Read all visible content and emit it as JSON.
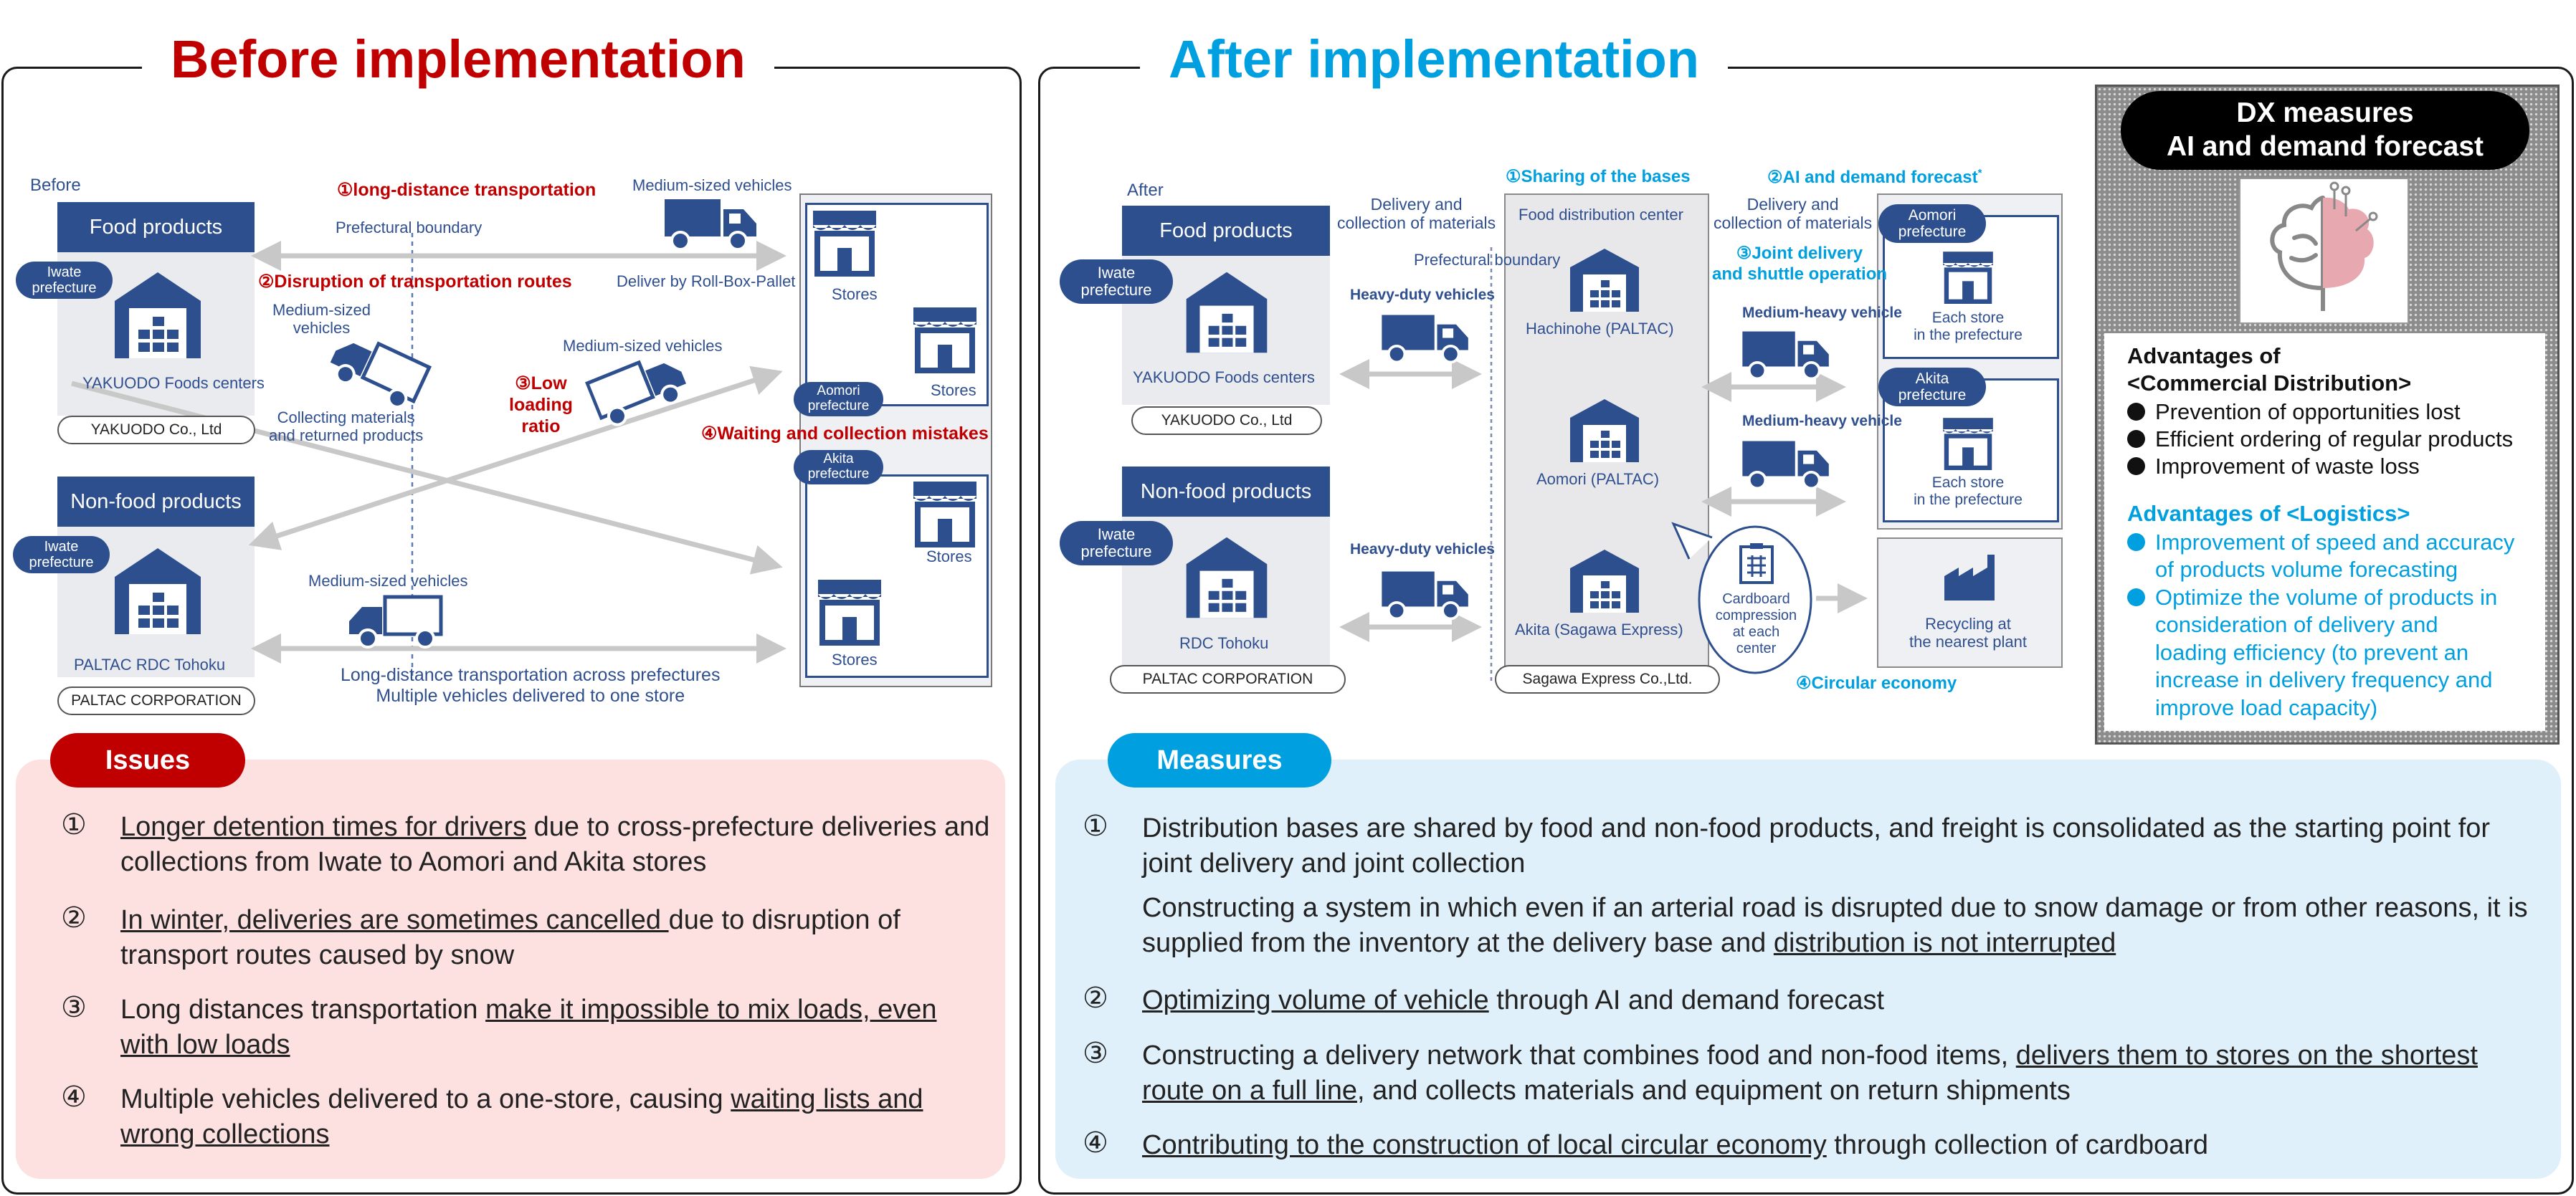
{
  "before": {
    "title": "Before implementation",
    "corner_label": "Before",
    "food_header": "Food products",
    "nonfood_header": "Non-food products",
    "iwate_pref": "Iwate\nprefecture",
    "yakuodo_centers": "YAKUODO Foods centers",
    "yakuodo_company": "YAKUODO Co., Ltd",
    "paltac_center": "PALTAC RDC Tohoku",
    "paltac_company": "PALTAC CORPORATION",
    "aomori_pref": "Aomori\nprefecture",
    "akita_pref": "Akita\nprefecture",
    "stores": "Stores",
    "problem_1": "①long-distance transportation",
    "problem_2": "②Disruption of transportation routes",
    "problem_3": "③Low\nloading\nratio",
    "problem_4": "④Waiting and collection mistakes",
    "prefectural_boundary": "Prefectural boundary",
    "medium_vehicles_top": "Medium-sized vehicles",
    "deliver_roll_box": "Deliver by Roll-Box-Pallet",
    "medium_vehicles_left": "Medium-sized\nvehicles",
    "medium_vehicles_mid": "Medium-sized vehicles",
    "collecting_materials": "Collecting materials\nand returned products",
    "medium_vehicles_bottom": "Medium-sized vehicles",
    "long_distance_caption": "Long-distance transportation across prefectures\nMultiple vehicles delivered to one store"
  },
  "issues": {
    "tag": "Issues",
    "items": [
      {
        "num": "①",
        "u": "Longer detention times for drivers",
        "rest": " due to cross-prefecture deliveries and collections from Iwate to Aomori and Akita stores"
      },
      {
        "num": "②",
        "u": "In winter, deliveries are sometimes cancelled ",
        "rest": "due to disruption of transport routes caused by snow"
      },
      {
        "num": "③",
        "pre": "Long distances transportation ",
        "u": "make it impossible to mix loads, even with low loads"
      },
      {
        "num": "④",
        "pre": "Multiple vehicles delivered to a one-store, causing ",
        "u": "waiting lists and wrong collections"
      }
    ]
  },
  "after": {
    "title": "After implementation",
    "corner_label": "After",
    "food_header": "Food products",
    "nonfood_header": "Non-food products",
    "iwate_pref": "Iwate\nprefecture",
    "yakuodo_centers": "YAKUODO Foods centers",
    "yakuodo_company": "YAKUODO Co., Ltd",
    "rdc_tohoku": "RDC Tohoku",
    "paltac_company": "PALTAC CORPORATION",
    "delivery_collection_left": "Delivery and\ncollection of materials",
    "heavy_duty_1": "Heavy-duty  vehicles",
    "heavy_duty_2": "Heavy-duty  vehicles",
    "prefectural_boundary": "Prefectural boundary",
    "sharing_bases": "①Sharing of the bases",
    "food_distribution_center": "Food distribution center",
    "hachinohe": "Hachinohe (PALTAC)",
    "aomori_center": "Aomori (PALTAC)",
    "akita_center": "Akita (Sagawa Express)",
    "sagawa_company": "Sagawa Express Co.,Ltd.",
    "ai_forecast": "②AI and demand forecast",
    "ai_forecast_mark": "*",
    "delivery_collection_right": "Delivery and\ncollection of materials",
    "joint_delivery": "③Joint delivery\nand shuttle operation",
    "medium_heavy_1": "Medium-heavy  vehicle",
    "medium_heavy_2": "Medium-heavy  vehicle",
    "aomori_pref": "Aomori\nprefecture",
    "akita_pref": "Akita\nprefecture",
    "each_store": "Each store\nin the prefecture",
    "cardboard": "Cardboard\ncompression\nat each\ncenter",
    "recycling": "Recycling at\nthe nearest plant",
    "circular_economy": "④Circular economy"
  },
  "dx": {
    "title_line1": "DX measures",
    "title_line2": "AI and demand forecast",
    "commercial_heading": "Advantages of\n<Commercial Distribution>",
    "commercial_items": [
      "Prevention of opportunities lost",
      "Efficient ordering of regular products",
      "Improvement of waste loss"
    ],
    "logistics_heading": "Advantages of <Logistics>",
    "logistics_items": [
      "Improvement of speed and accuracy\nof products volume forecasting",
      "Optimize the volume of products in\nconsideration of delivery and\nloading efficiency (to prevent an\nincrease in delivery frequency and\nimprove load capacity)"
    ]
  },
  "measures": {
    "tag": "Measures",
    "items": [
      {
        "num": "①",
        "pre": "Distribution bases are shared by food and non-food products, and freight is consolidated as the starting point for joint delivery and joint collection",
        "u": "",
        "rest": ""
      },
      {
        "num": "",
        "pre": "Constructing a system in which even if an arterial road is disrupted due to snow damage or from other reasons, it is supplied from the inventory at the delivery base and ",
        "u": "distribution is not interrupted",
        "rest": ""
      },
      {
        "num": "②",
        "pre": "",
        "u": "Optimizing volume of vehicle",
        "rest": " through AI and demand forecast"
      },
      {
        "num": "③",
        "pre": "Constructing a delivery network that combines food and non-food items, ",
        "u": "delivers them to stores on the shortest route on a full line",
        "rest": ", and collects materials and equipment on return shipments"
      },
      {
        "num": "④",
        "pre": "",
        "u": "Contributing to the construction of local circular economy",
        "rest": " through collection of cardboard"
      }
    ]
  },
  "colors": {
    "navy": "#2d4f8e",
    "red": "#c00000",
    "cyan": "#00a0e0",
    "issues_bg": "#fde0e0",
    "measures_bg": "#dff0fa"
  }
}
